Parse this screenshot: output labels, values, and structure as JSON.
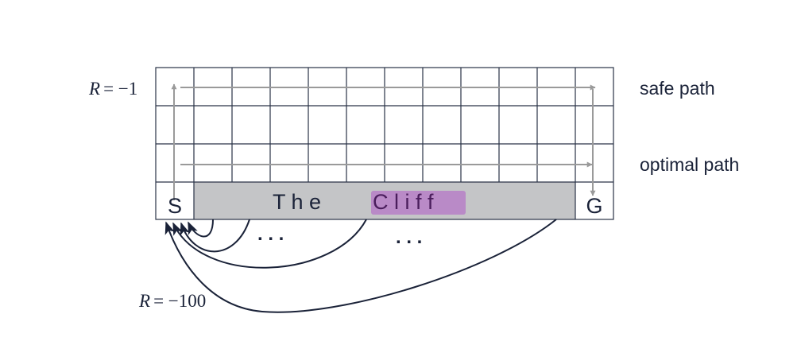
{
  "reward_step": {
    "symbol": "R",
    "equals": "= −1"
  },
  "reward_cliff": {
    "symbol": "R",
    "equals": "= −100"
  },
  "paths": {
    "safe": "safe path",
    "optimal": "optimal path"
  },
  "cells": {
    "start": "S",
    "goal": "G"
  },
  "cliff": {
    "prefix": "T h e",
    "highlighted": "C l i f f"
  },
  "ellipsis": ". . .",
  "colors": {
    "grid": "#2a3347",
    "cliff_fill": "#c4c5c7",
    "highlight": "#b98ac7",
    "highlight_text": "#4a1d5c",
    "path_arrow": "#9a9a9a",
    "curve": "#1a2238",
    "text": "#1a2238"
  },
  "grid": {
    "columns": 12,
    "rows": 4
  }
}
